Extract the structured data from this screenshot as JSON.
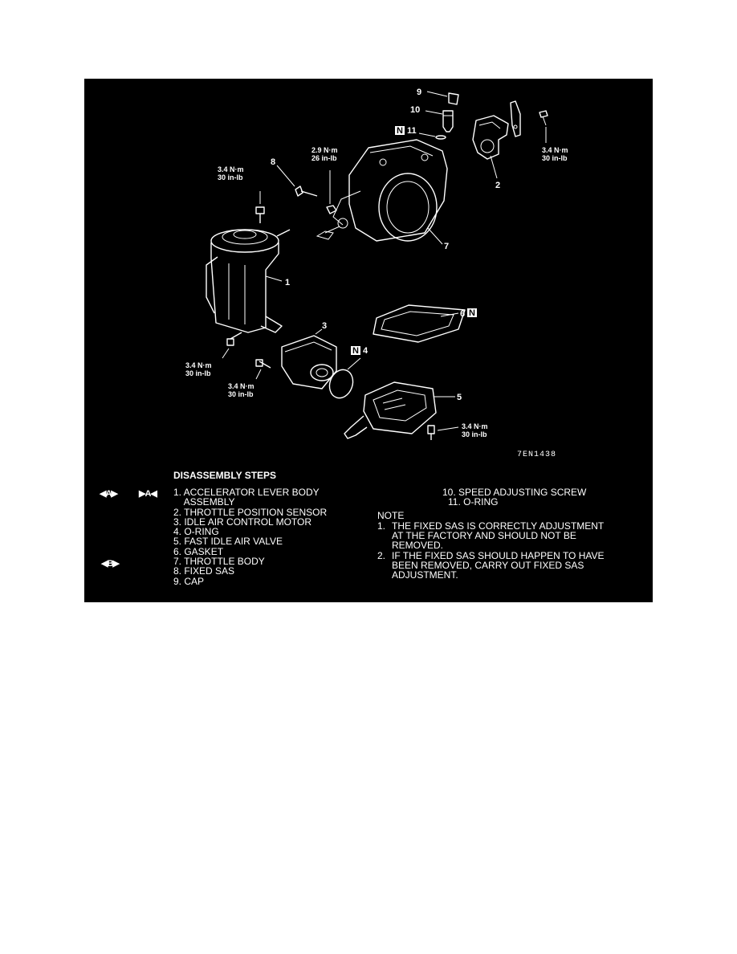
{
  "figure_code": "7EN1438",
  "callouts": {
    "c1": "1",
    "c2": "2",
    "c3": "3",
    "c4": "4",
    "c5": "5",
    "c6": "6",
    "c7": "7",
    "c8": "8",
    "c9": "9",
    "c10": "10",
    "c11": "11",
    "n_badge": "N"
  },
  "torques": {
    "t1a": "3.4 N·m",
    "t1b": "30 in-lb",
    "t2a": "2.9 N·m",
    "t2b": "26 in-lb",
    "t3a": "3.4 N·m",
    "t3b": "30 in-lb",
    "t4a": "3.4 N·m",
    "t4b": "30 in-lb",
    "t5a": "3.4 N·m",
    "t5b": "30 in-lb",
    "t6a": "3.4 N·m",
    "t6b": "30 in-lb"
  },
  "steps": {
    "title": "DISASSEMBLY STEPS",
    "badge_a_left": "◀A▶",
    "badge_a_right": "▶A◀",
    "badge_b": "◀B▶",
    "items": [
      "1. ACCELERATOR LEVER BODY",
      "    ASSEMBLY",
      "2. THROTTLE POSITION SENSOR",
      "3. IDLE AIR CONTROL MOTOR",
      "4. O-RING",
      "5. FAST IDLE AIR VALVE",
      "6. GASKET",
      "7. THROTTLE BODY",
      "8. FIXED SAS",
      "9. CAP"
    ],
    "items_right": [
      "10. SPEED ADJUSTING SCREW",
      "11. O-RING"
    ]
  },
  "note": {
    "title": "NOTE",
    "n1_num": "1.",
    "n1_l1": "THE FIXED SAS IS CORRECTLY ADJUSTMENT",
    "n1_l2": "AT THE FACTORY AND SHOULD NOT BE",
    "n1_l3": "REMOVED.",
    "n2_num": "2.",
    "n2_l1": "IF THE FIXED SAS SHOULD HAPPEN TO HAVE",
    "n2_l2": "BEEN REMOVED, CARRY OUT FIXED SAS",
    "n2_l3": "ADJUSTMENT."
  }
}
